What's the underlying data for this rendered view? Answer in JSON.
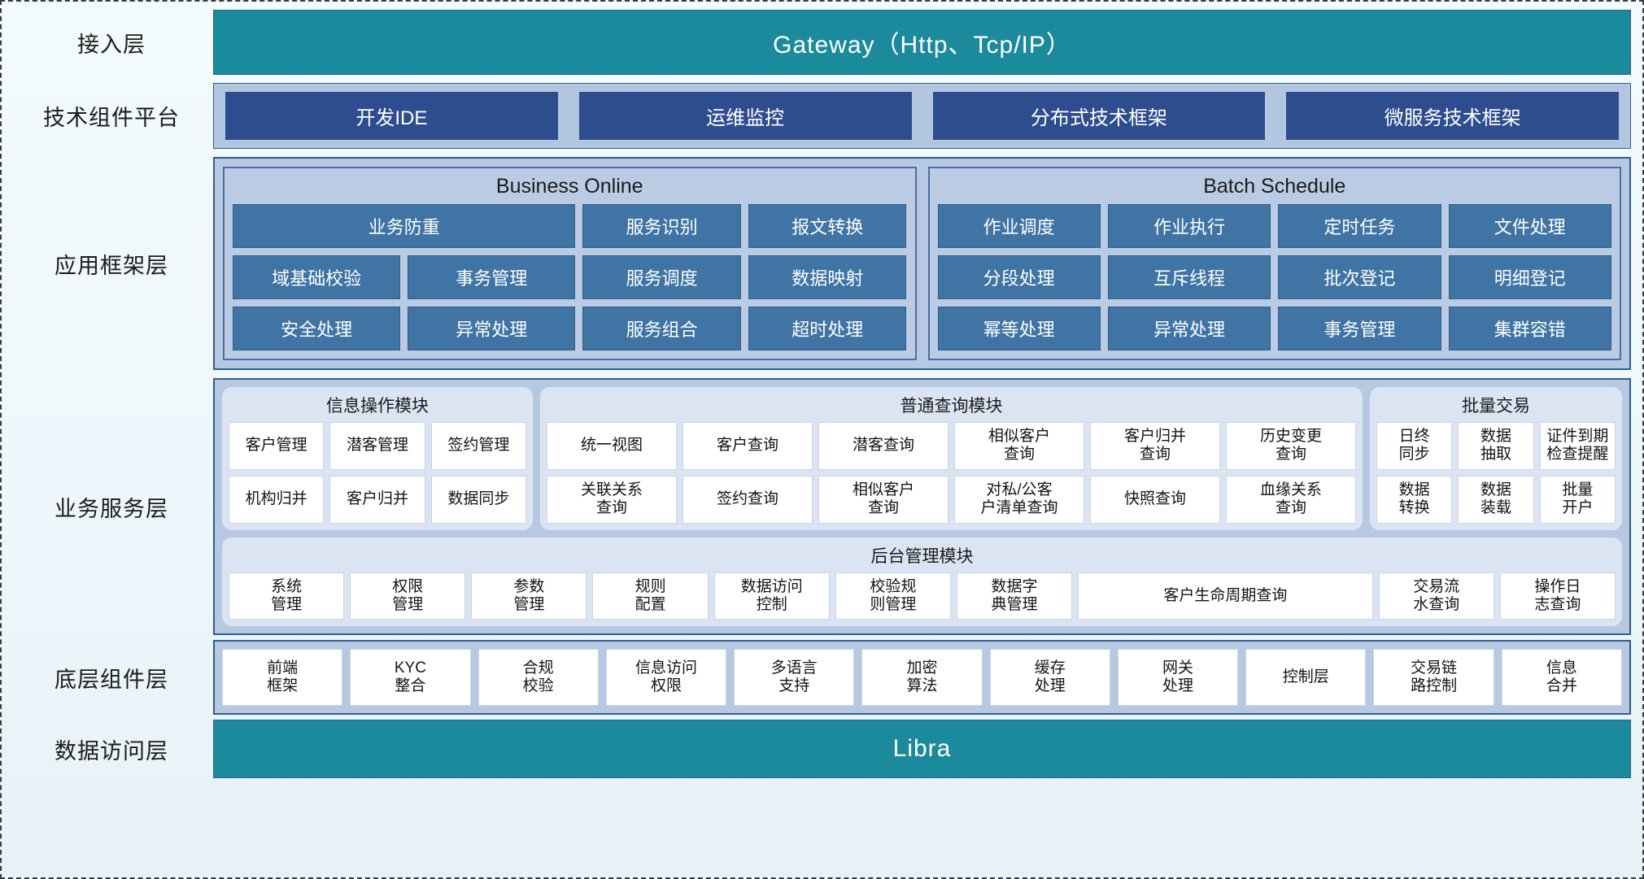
{
  "diagram": {
    "title_layers": [
      "接入层",
      "技术组件平台",
      "应用框架层",
      "业务服务层",
      "底层组件层",
      "数据访问层"
    ]
  },
  "access_layer": {
    "label": "接入层",
    "bar": "Gateway（Http、Tcp/IP）"
  },
  "tech_platform": {
    "label": "技术组件平台",
    "chips": [
      "开发IDE",
      "运维监控",
      "分布式技术框架",
      "微服务技术框架"
    ]
  },
  "app_framework": {
    "label": "应用框架层",
    "groups": [
      {
        "title": "Business Online",
        "rows": [
          [
            "业务防重",
            "服务识别",
            "报文转换"
          ],
          [
            "域基础校验",
            "事务管理",
            "服务调度",
            "数据映射"
          ],
          [
            "安全处理",
            "异常处理",
            "服务组合",
            "超时处理"
          ]
        ]
      },
      {
        "title": "Batch Schedule",
        "rows": [
          [
            "作业调度",
            "作业执行",
            "定时任务",
            "文件处理"
          ],
          [
            "分段处理",
            "互斥线程",
            "批次登记",
            "明细登记"
          ],
          [
            "幂等处理",
            "异常处理",
            "事务管理",
            "集群容错"
          ]
        ]
      }
    ]
  },
  "business_service": {
    "label": "业务服务层",
    "cards": [
      {
        "title": "信息操作模块",
        "items": [
          "客户管理",
          "潜客管理",
          "签约管理",
          "机构归并",
          "客户归并",
          "数据同步"
        ]
      },
      {
        "title": "普通查询模块",
        "items": [
          "统一视图",
          "客户查询",
          "潜客查询",
          "相似客户\n查询",
          "客户归并\n查询",
          "历史变更\n查询",
          "关联关系\n查询",
          "签约查询",
          "相似客户\n查询",
          "对私/公客\n户清单查询",
          "快照查询",
          "血缘关系\n查询"
        ]
      },
      {
        "title": "批量交易",
        "items": [
          "日终\n同步",
          "数据\n抽取",
          "证件到期\n检查提醒",
          "数据\n转换",
          "数据\n装载",
          "批量\n开户"
        ]
      }
    ],
    "admin": {
      "title": "后台管理模块",
      "items": [
        "系统\n管理",
        "权限\n管理",
        "参数\n管理",
        "规则\n配置",
        "数据访问\n控制",
        "校验规\n则管理",
        "数据字\n典管理",
        "客户生命周期查询",
        "交易流\n水查询",
        "操作日\n志查询"
      ]
    }
  },
  "bottom_components": {
    "label": "底层组件层",
    "items": [
      "前端\n框架",
      "KYC\n整合",
      "合规\n校验",
      "信息访问\n权限",
      "多语言\n支持",
      "加密\n算法",
      "缓存\n处理",
      "网关\n处理",
      "控制层",
      "交易链\n路控制",
      "信息\n合并"
    ]
  },
  "data_access": {
    "label": "数据访问层",
    "bar": "Libra"
  },
  "colors": {
    "teal": "#1b8a9c",
    "deep_blue_chip": "#2e4d8f",
    "mid_blue_chip": "#3f74a5",
    "panel_blue": "#b7c8e2",
    "card_blue": "#dbe4f2",
    "border_blue": "#2f5f8a",
    "page_bg": "#eef7fb"
  }
}
